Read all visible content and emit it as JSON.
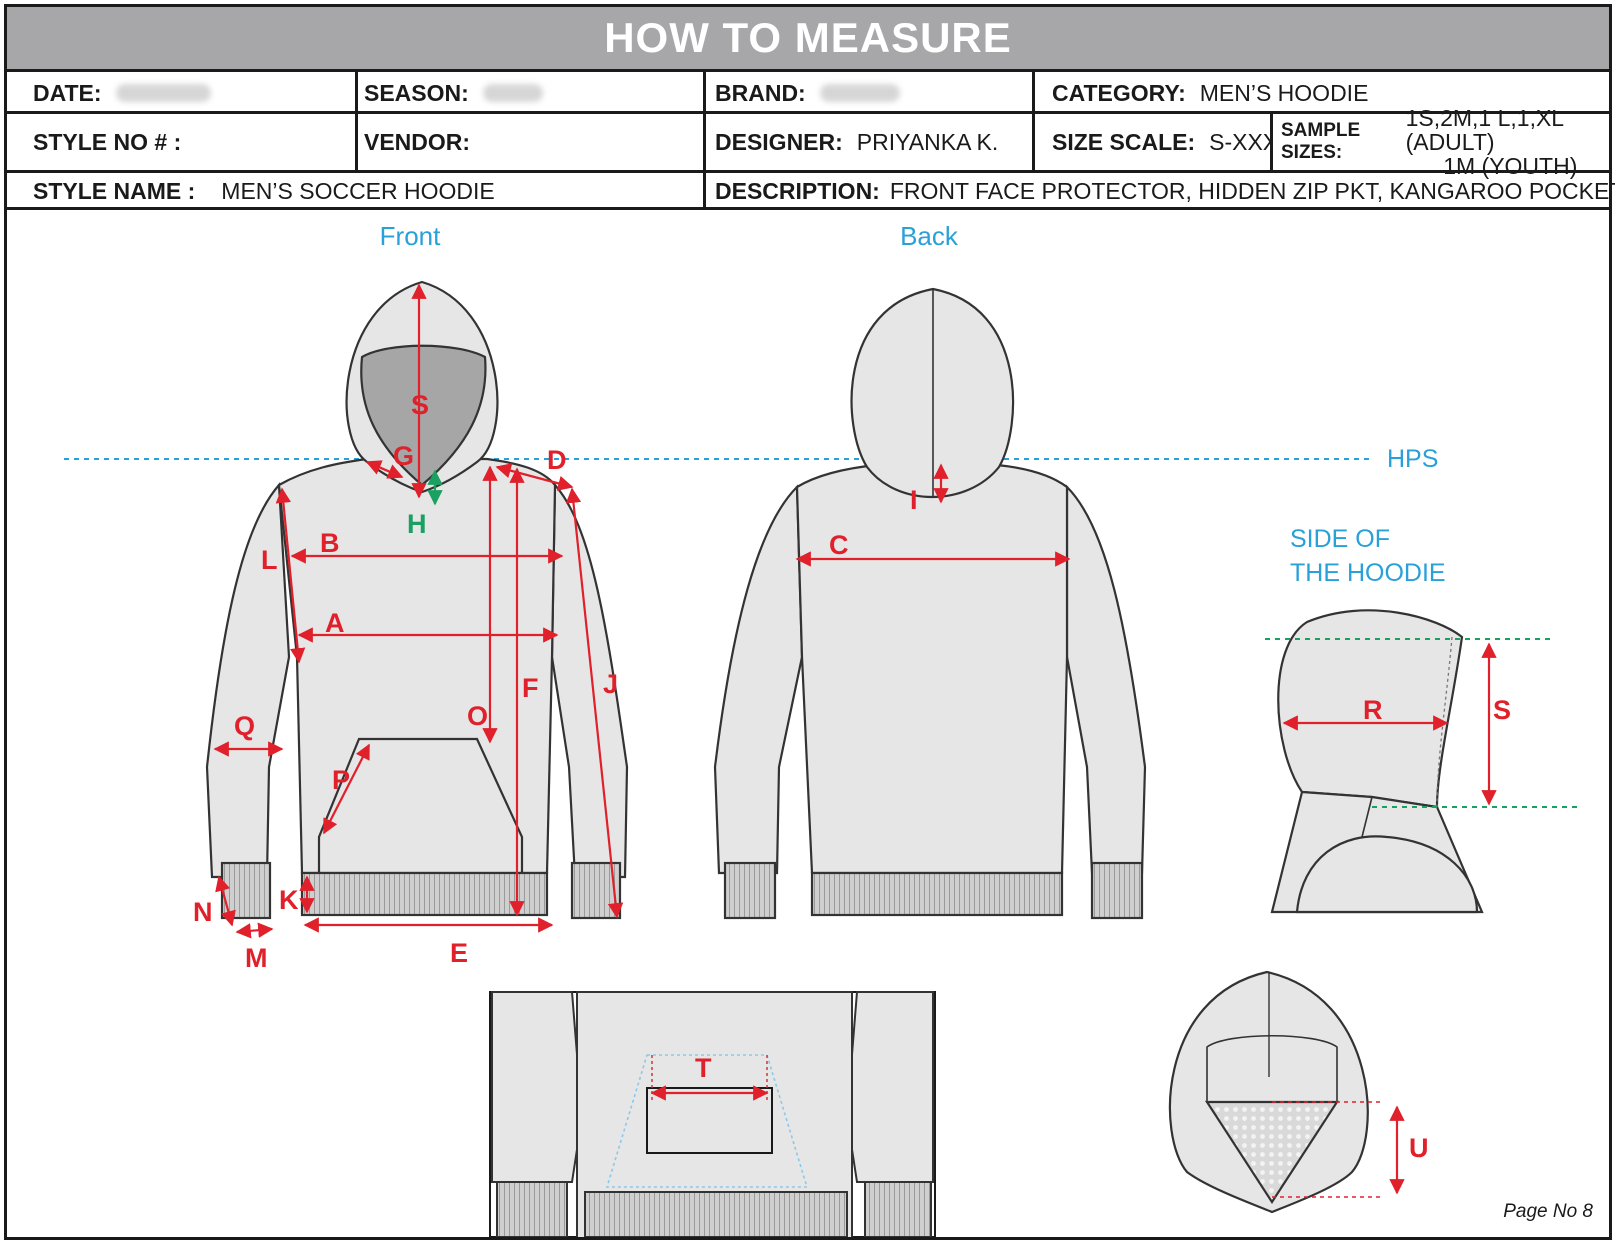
{
  "title": "HOW TO MEASURE",
  "header": {
    "date_label": "DATE:",
    "season_label": "SEASON:",
    "brand_label": "BRAND:",
    "category_label": "CATEGORY:",
    "category_value": "MEN’S HOODIE",
    "style_no_label": "STYLE NO # :",
    "vendor_label": "VENDOR:",
    "designer_label": "DESIGNER:",
    "designer_value": "PRIYANKA K.",
    "size_scale_label": "SIZE SCALE:",
    "size_scale_value": "S-XXXL",
    "sample_sizes_label": "SAMPLE SIZES:",
    "sample_sizes_line1": "1S,2M,1 L,1,XL (ADULT)",
    "sample_sizes_line2": "1M (YOUTH)",
    "style_name_label": "STYLE NAME :",
    "style_name_value": "MEN’S SOCCER HOODIE",
    "description_label": "DESCRIPTION:",
    "description_value": "FRONT FACE PROTECTOR, HIDDEN ZIP PKT, KANGAROO POCKETS"
  },
  "views": {
    "front": "Front",
    "back": "Back",
    "hps": "HPS",
    "side_line1": "SIDE OF",
    "side_line2": "THE HOODIE"
  },
  "points": {
    "A": "A",
    "B": "B",
    "C": "C",
    "D": "D",
    "E": "E",
    "F": "F",
    "G": "G",
    "H": "H",
    "I": "I",
    "J": "J",
    "K": "K",
    "L": "L",
    "M": "M",
    "N": "N",
    "O": "O",
    "P": "P",
    "Q": "Q",
    "R": "R",
    "S": "S",
    "S2": "S",
    "T": "T",
    "U": "U"
  },
  "page_no": "Page No 8",
  "colors": {
    "banner": "#a7a7a9",
    "measure_red": "#e0202a",
    "hps_blue": "#2aa0d8",
    "guide_green": "#1aa060",
    "garment_fill": "#e6e6e6",
    "outline": "#333333"
  }
}
